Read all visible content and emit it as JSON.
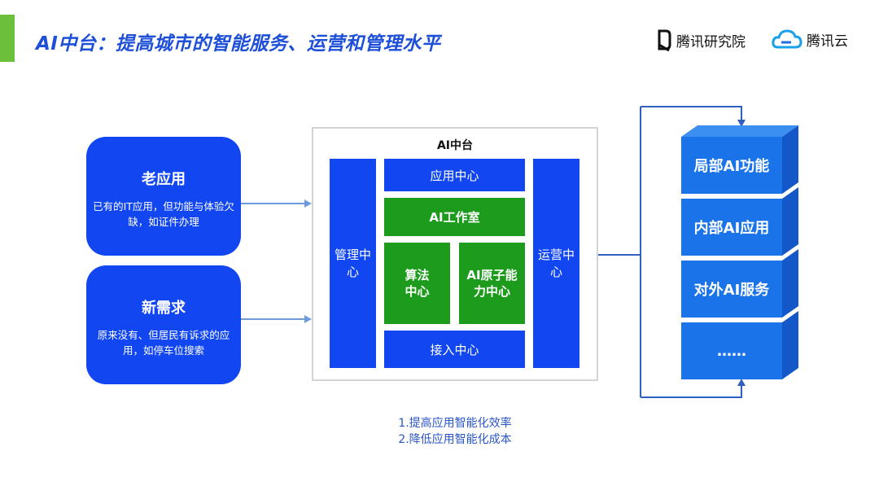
{
  "header": {
    "title": "AI中台：提高城市的智能服务、运营和管理水平",
    "logo_tencent_research": "腾讯研究院",
    "logo_tencent_cloud": "腾讯云"
  },
  "left_boxes": [
    {
      "title": "老应用",
      "desc": "已有的IT应用，但功能与体验欠缺，如证件办理"
    },
    {
      "title": "新需求",
      "desc": "原来没有、但居民有诉求的应用，如停车位搜索"
    }
  ],
  "middle": {
    "title": "AI中台",
    "mgmt_center": "管理中心",
    "ops_center": "运营中心",
    "app_center": "应用中心",
    "ai_studio": "AI工作室",
    "algo_center": "算法中心",
    "ai_atomic": "AI原子能力中心",
    "access_center": "接入中心"
  },
  "right_stack": [
    "局部AI功能",
    "内部AI应用",
    "对外AI服务",
    "……"
  ],
  "caption": [
    "1.提高应用智能化效率",
    "2.降低应用智能化成本"
  ],
  "colors": {
    "brand_blue": "#1246f0",
    "green": "#1d9b1d",
    "cube_front": "#1a73e8",
    "accent_green": "#6bbf3a",
    "title_blue": "#1e4fd8"
  }
}
